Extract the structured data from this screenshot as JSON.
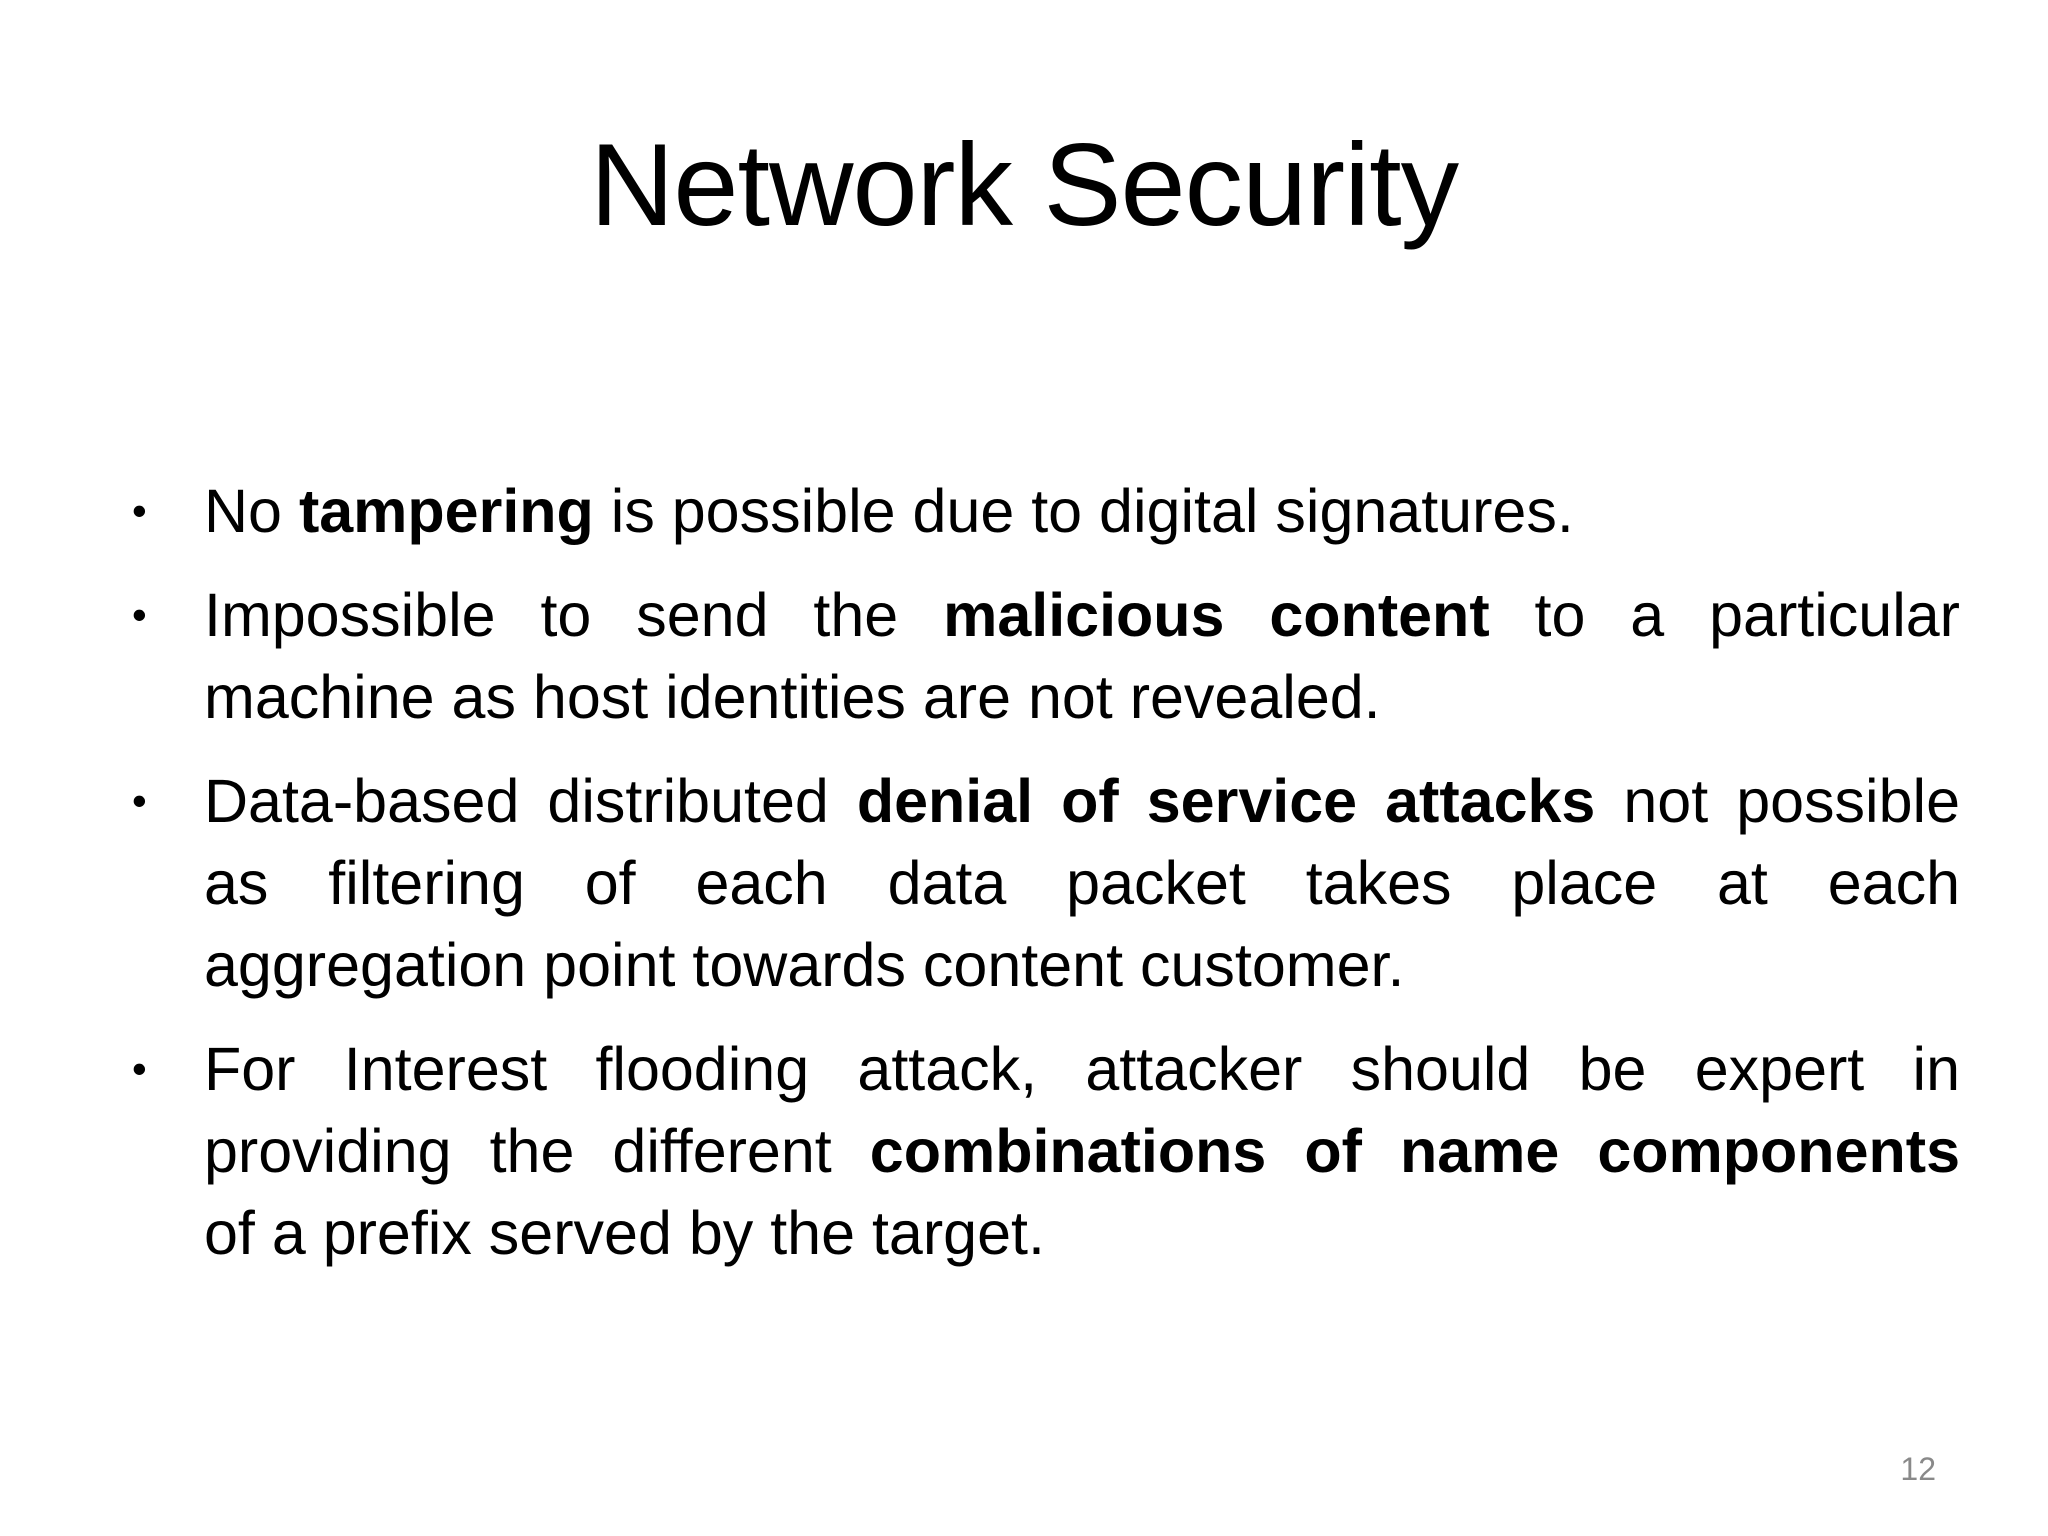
{
  "slide": {
    "title": "Network Security",
    "page_number": "12",
    "bullet_char": "•",
    "colors": {
      "background": "#ffffff",
      "text": "#000000",
      "page_number": "#898989"
    },
    "bullets": [
      {
        "lines": [
          {
            "pre": "No ",
            "bold": "tampering",
            "post": " is possible due to digital signatures."
          }
        ]
      },
      {
        "lines": [
          {
            "pre": "Impossible to send the ",
            "bold": "malicious content",
            "post": " to a particular"
          },
          {
            "pre": "machine as host identities are not revealed.",
            "bold": "",
            "post": ""
          }
        ]
      },
      {
        "lines": [
          {
            "pre": "Data-based distributed ",
            "bold": "denial of service attacks",
            "post": " not possible"
          },
          {
            "pre": "as filtering of each data packet takes place at each",
            "bold": "",
            "post": ""
          },
          {
            "pre": "aggregation point towards content customer.",
            "bold": "",
            "post": ""
          }
        ]
      },
      {
        "lines": [
          {
            "pre": "For Interest flooding attack, attacker should be expert in",
            "bold": "",
            "post": ""
          },
          {
            "pre": "providing the different  ",
            "bold": "combinations of name components",
            "post": ""
          },
          {
            "pre": "of a prefix served by the target.",
            "bold": "",
            "post": ""
          }
        ]
      }
    ]
  }
}
